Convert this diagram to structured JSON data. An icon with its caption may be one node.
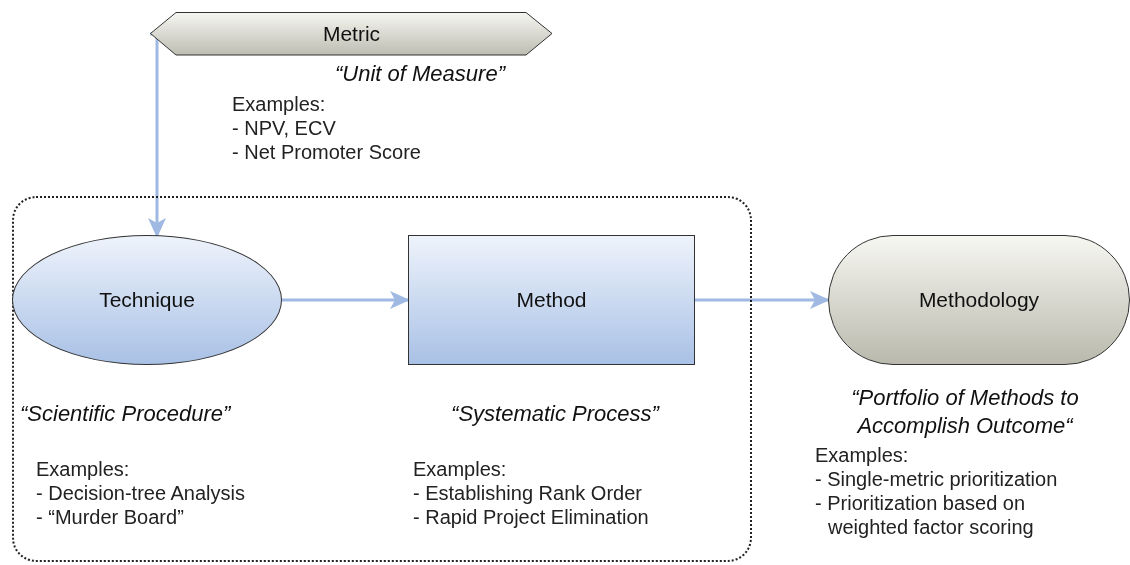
{
  "diagram": {
    "nodes": [
      {
        "text": [],
        "shape": "box"
      },
      {
        "text": [
          "Metric"
        ],
        "beside": [
          "“Unit of Measure”",
          "Examples:",
          "- NPV, ECV",
          "- Net Promoter Score"
        ]
      },
      {
        "text": [
          "Technique"
        ],
        "in": 0,
        "beside": [
          "“Scientific Procedure”",
          "Examples:",
          "- Decision-tree Analysis",
          "- “Murder Board”"
        ]
      },
      {
        "text": [
          "Method"
        ],
        "in": 0,
        "beside": [
          "“Systematic Process”",
          "Examples:",
          "- Establishing Rank Order",
          "- Rapid Project Elimination"
        ]
      },
      {
        "text": [
          "Methodology"
        ],
        "beside": [
          "“Portfolio of Methods to Accomplish Outcome“",
          "Examples:",
          "- Single-metric prioritization",
          "- Prioritization based on weighted factor scoring"
        ]
      }
    ],
    "edges": [
      {
        "from": 1,
        "to": 2,
        "arrow": "to"
      },
      {
        "from": 2,
        "to": 3,
        "arrow": "to"
      },
      {
        "from": 3,
        "to": 4,
        "arrow": "to"
      }
    ]
  }
}
